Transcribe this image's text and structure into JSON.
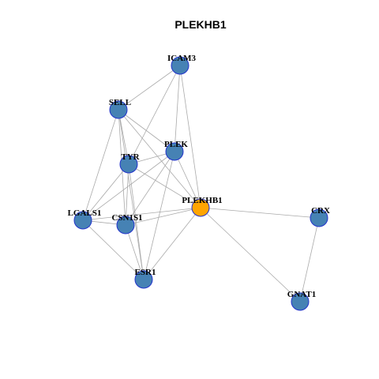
{
  "title": "PLEKHB1",
  "colors": {
    "node_fill": "#4682b4",
    "center_fill": "#ffa500",
    "node_stroke": "#2233cc",
    "edge": "#aaaaaa"
  },
  "nodes": [
    {
      "id": "ICAM3",
      "label": "ICAM3",
      "center": false
    },
    {
      "id": "SELL",
      "label": "SELL",
      "center": false
    },
    {
      "id": "PLEK",
      "label": "PLEK",
      "center": false
    },
    {
      "id": "TYR",
      "label": "TYR",
      "center": false
    },
    {
      "id": "PLEKHB1",
      "label": "PLEKHB1",
      "center": true
    },
    {
      "id": "LGALS1",
      "label": "LGALS1",
      "center": false
    },
    {
      "id": "CSN1S1",
      "label": "CSN1S1",
      "center": false
    },
    {
      "id": "CRX",
      "label": "CRX",
      "center": false
    },
    {
      "id": "ESR1",
      "label": "ESR1",
      "center": false
    },
    {
      "id": "GNAT1",
      "label": "GNAT1",
      "center": false
    }
  ],
  "edges": [
    [
      "ICAM3",
      "SELL"
    ],
    [
      "ICAM3",
      "PLEK"
    ],
    [
      "ICAM3",
      "TYR"
    ],
    [
      "ICAM3",
      "PLEKHB1"
    ],
    [
      "SELL",
      "PLEK"
    ],
    [
      "SELL",
      "TYR"
    ],
    [
      "SELL",
      "PLEKHB1"
    ],
    [
      "SELL",
      "LGALS1"
    ],
    [
      "SELL",
      "CSN1S1"
    ],
    [
      "SELL",
      "ESR1"
    ],
    [
      "PLEK",
      "TYR"
    ],
    [
      "PLEK",
      "PLEKHB1"
    ],
    [
      "PLEK",
      "CSN1S1"
    ],
    [
      "PLEK",
      "ESR1"
    ],
    [
      "PLEK",
      "LGALS1"
    ],
    [
      "TYR",
      "PLEKHB1"
    ],
    [
      "TYR",
      "LGALS1"
    ],
    [
      "TYR",
      "CSN1S1"
    ],
    [
      "TYR",
      "ESR1"
    ],
    [
      "PLEKHB1",
      "LGALS1"
    ],
    [
      "PLEKHB1",
      "CSN1S1"
    ],
    [
      "PLEKHB1",
      "ESR1"
    ],
    [
      "PLEKHB1",
      "CRX"
    ],
    [
      "PLEKHB1",
      "GNAT1"
    ],
    [
      "LGALS1",
      "CSN1S1"
    ],
    [
      "LGALS1",
      "ESR1"
    ],
    [
      "CSN1S1",
      "ESR1"
    ],
    [
      "CRX",
      "GNAT1"
    ]
  ]
}
